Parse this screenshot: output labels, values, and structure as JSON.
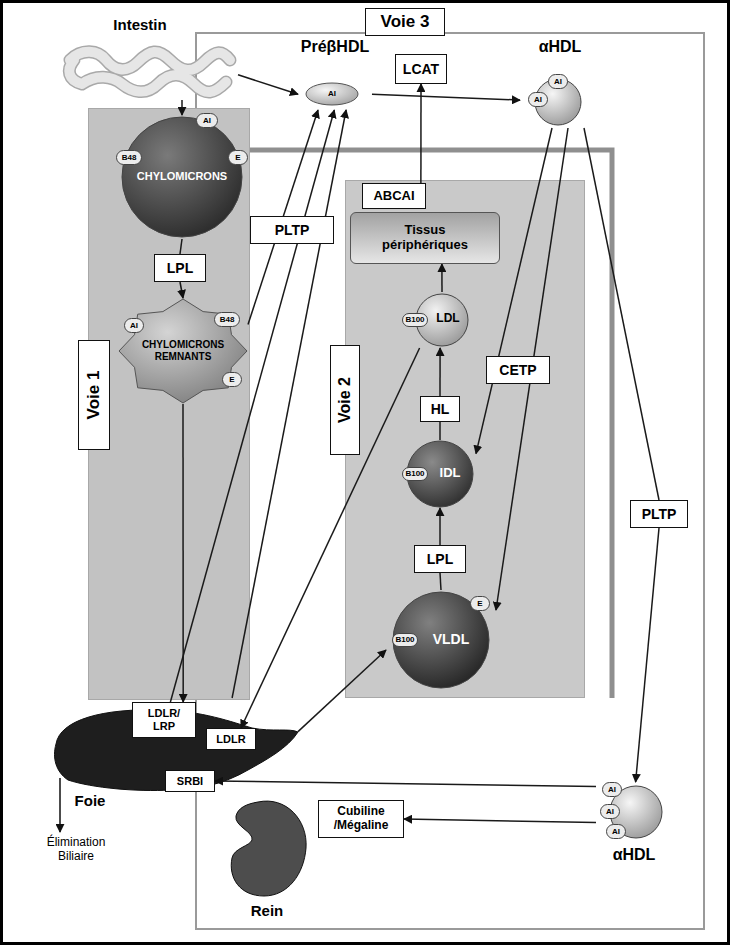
{
  "diagram": {
    "nodes": [
      {
        "text": [
          "Voie 3"
        ]
      },
      {
        "text": [
          "Intestin"
        ]
      },
      {
        "text": [
          "PréβHDL",
          "AI"
        ],
        "in": 0
      },
      {
        "text": [
          "LCAT"
        ],
        "in": 0
      },
      {
        "text": [
          "αHDL",
          "AI",
          "AI"
        ],
        "in": 0
      },
      {
        "text": [
          "Voie 1"
        ]
      },
      {
        "text": [
          "AI",
          "B48",
          "E",
          "CHYLOMICRONS"
        ],
        "in": 5
      },
      {
        "text": [
          "LPL"
        ],
        "in": 5
      },
      {
        "text": [
          "AI",
          "B48",
          "E",
          "CHYLOMICRONS REMNANTS"
        ],
        "in": 5
      },
      {
        "text": [
          "PLTP"
        ],
        "in": 0
      },
      {
        "text": [
          "Voie 2"
        ],
        "in": 0
      },
      {
        "text": [
          "ABCAI"
        ],
        "in": 10
      },
      {
        "text": [
          "Tissus périphériques"
        ],
        "in": 10
      },
      {
        "text": [
          "CETP"
        ],
        "in": 10
      },
      {
        "text": [
          "B100",
          "LDL"
        ],
        "in": 10
      },
      {
        "text": [
          "HL"
        ],
        "in": 10
      },
      {
        "text": [
          "B100",
          "IDL"
        ],
        "in": 10
      },
      {
        "text": [
          "LPL"
        ],
        "in": 10
      },
      {
        "text": [
          "E",
          "B100",
          "VLDL"
        ],
        "in": 10
      },
      {
        "text": [
          "PLTP"
        ],
        "in": 0
      },
      {
        "text": [
          "Foie"
        ]
      },
      {
        "text": [
          "LDLR/ LRP"
        ],
        "in": 20
      },
      {
        "text": [
          "LDLR"
        ],
        "in": 20
      },
      {
        "text": [
          "SRBI"
        ],
        "in": 20
      },
      {
        "text": [
          "Cubiline /Mégaline"
        ],
        "in": 0
      },
      {
        "text": [
          "AI",
          "AI",
          "AI",
          "αHDL"
        ],
        "in": 0
      },
      {
        "text": [
          "Rein"
        ],
        "in": 0
      }
    ],
    "edges": [
      {
        "from": 1,
        "to": 2,
        "arrow": "to"
      },
      {
        "from": 1,
        "to": 6,
        "arrow": "to"
      },
      {
        "from": 6,
        "to": 7,
        "arrow": "none"
      },
      {
        "from": 7,
        "to": 8,
        "arrow": "to"
      },
      {
        "from": 8,
        "to": 2,
        "arrow": "to"
      },
      {
        "from": 21,
        "to": 2,
        "arrow": "to"
      },
      {
        "from": 20,
        "to": 2,
        "arrow": "to"
      },
      {
        "from": 8,
        "to": 21,
        "arrow": "to"
      },
      {
        "from": 2,
        "to": 4,
        "arrow": "to"
      },
      {
        "from": 11,
        "to": 3,
        "arrow": "to"
      },
      {
        "from": 14,
        "to": 12,
        "arrow": "to"
      },
      {
        "from": 4,
        "to": 16,
        "arrow": "to"
      },
      {
        "from": 4,
        "to": 18,
        "arrow": "to"
      },
      {
        "from": 4,
        "to": 19,
        "arrow": "none"
      },
      {
        "from": 19,
        "to": 25,
        "arrow": "to"
      },
      {
        "from": 18,
        "to": 17,
        "arrow": "none"
      },
      {
        "from": 17,
        "to": 16,
        "arrow": "to"
      },
      {
        "from": 16,
        "to": 15,
        "arrow": "none"
      },
      {
        "from": 15,
        "to": 14,
        "arrow": "to"
      },
      {
        "from": 14,
        "to": 22,
        "arrow": "to"
      },
      {
        "from": 20,
        "to": 18,
        "arrow": "to"
      },
      {
        "from": 25,
        "to": 23,
        "arrow": "to"
      },
      {
        "from": 25,
        "to": 24,
        "arrow": "to"
      }
    ],
    "labels": [
      "Élimination Biliaire"
    ]
  }
}
